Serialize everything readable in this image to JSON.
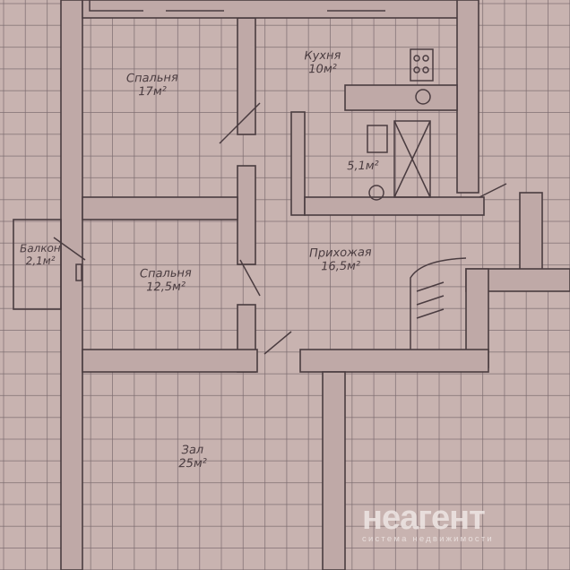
{
  "rooms": [
    {
      "name": "Спальня",
      "area": "17м²"
    },
    {
      "name": "Кухня",
      "area": "10м²"
    },
    {
      "name": "",
      "area": "5,1м²"
    },
    {
      "name": "Балкон",
      "area": "2,1м²"
    },
    {
      "name": "Спальня",
      "area": "12,5м²"
    },
    {
      "name": "Прихожая",
      "area": "16,5м²"
    },
    {
      "name": "Зал",
      "area": "25м²"
    }
  ],
  "watermark": {
    "brand": "неагент",
    "tagline": "система недвижимости"
  },
  "colors": {
    "paper": "#c8b3b0",
    "grid": "#7d6c70",
    "pencil": "#4a3c40"
  }
}
